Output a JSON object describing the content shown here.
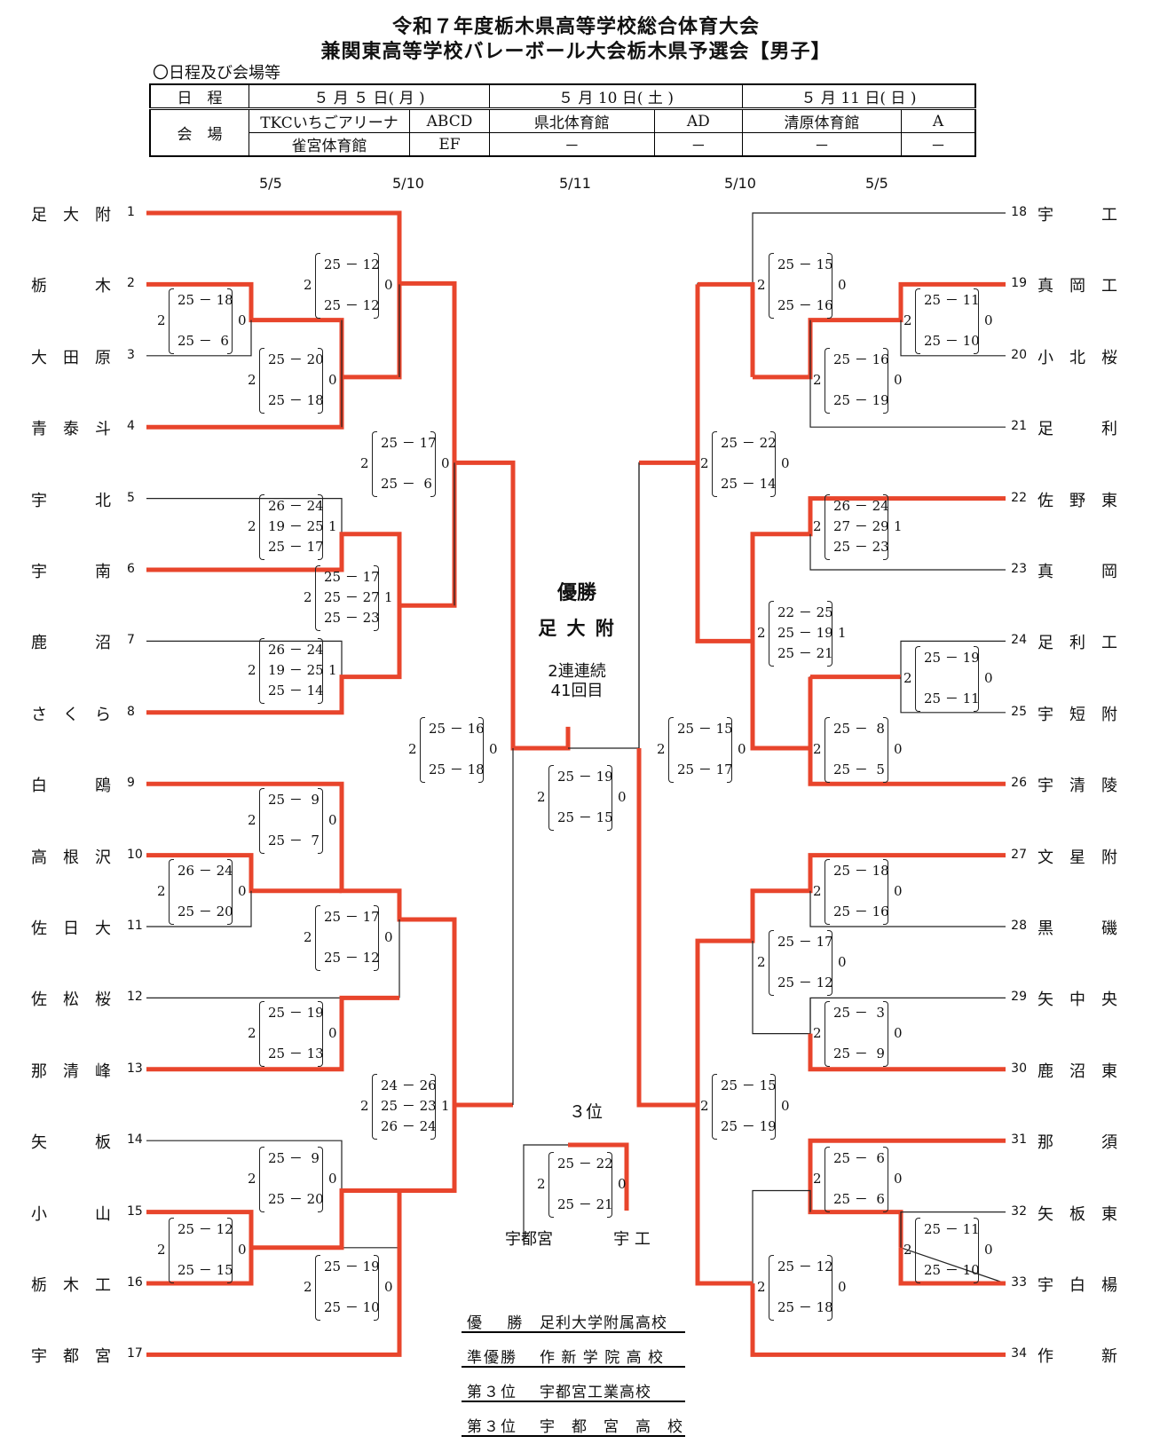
{
  "title": {
    "line1": "令和７年度栃木県高等学校総合体育大会",
    "line2": "兼関東高等学校バレーボール大会栃木県予選会【男子】"
  },
  "schedule_heading": "〇日程及び会場等",
  "schedule": {
    "row_label_date": "日　程",
    "row_label_venue": "会　場",
    "dates": [
      "５ 月 ５ 日( 月 )",
      "５ 月 10 日( 土 )",
      "５ 月 11 日( 日 )"
    ],
    "venues": [
      {
        "name": "TKCいちごアリーナ",
        "courts": "ABCD",
        "name2": "雀宮体育館",
        "courts2": "EF"
      },
      {
        "name": "県北体育館",
        "courts": "AD",
        "name2": "－",
        "courts2": "－"
      },
      {
        "name": "清原体育館",
        "courts": "A",
        "name2": "－",
        "courts2": "－"
      }
    ]
  },
  "round_dates": [
    "5/5",
    "5/10",
    "5/11",
    "5/10",
    "5/5"
  ],
  "left_teams": [
    {
      "num": "1",
      "name": [
        "足",
        "大",
        "附"
      ]
    },
    {
      "num": "2",
      "name": [
        "栃",
        "",
        "木"
      ]
    },
    {
      "num": "3",
      "name": [
        "大",
        "田",
        "原"
      ]
    },
    {
      "num": "4",
      "name": [
        "青",
        "泰",
        "斗"
      ]
    },
    {
      "num": "5",
      "name": [
        "宇",
        "",
        "北"
      ]
    },
    {
      "num": "6",
      "name": [
        "宇",
        "",
        "南"
      ]
    },
    {
      "num": "7",
      "name": [
        "鹿",
        "",
        "沼"
      ]
    },
    {
      "num": "8",
      "name": [
        "さ",
        "く",
        "ら"
      ]
    },
    {
      "num": "9",
      "name": [
        "白",
        "",
        "鴎"
      ]
    },
    {
      "num": "10",
      "name": [
        "高",
        "根",
        "沢"
      ]
    },
    {
      "num": "11",
      "name": [
        "佐",
        "日",
        "大"
      ]
    },
    {
      "num": "12",
      "name": [
        "佐",
        "松",
        "桜"
      ]
    },
    {
      "num": "13",
      "name": [
        "那",
        "清",
        "峰"
      ]
    },
    {
      "num": "14",
      "name": [
        "矢",
        "",
        "板"
      ]
    },
    {
      "num": "15",
      "name": [
        "小",
        "",
        "山"
      ]
    },
    {
      "num": "16",
      "name": [
        "栃",
        "木",
        "工"
      ]
    },
    {
      "num": "17",
      "name": [
        "宇",
        "都",
        "宮"
      ]
    }
  ],
  "right_teams": [
    {
      "num": "18",
      "name": [
        "宇",
        "",
        "工"
      ]
    },
    {
      "num": "19",
      "name": [
        "真",
        "岡",
        "工"
      ]
    },
    {
      "num": "20",
      "name": [
        "小",
        "北",
        "桜"
      ]
    },
    {
      "num": "21",
      "name": [
        "足",
        "",
        "利"
      ]
    },
    {
      "num": "22",
      "name": [
        "佐",
        "野",
        "東"
      ]
    },
    {
      "num": "23",
      "name": [
        "真",
        "",
        "岡"
      ]
    },
    {
      "num": "24",
      "name": [
        "足",
        "利",
        "工"
      ]
    },
    {
      "num": "25",
      "name": [
        "宇",
        "短",
        "附"
      ]
    },
    {
      "num": "26",
      "name": [
        "宇",
        "清",
        "陵"
      ]
    },
    {
      "num": "27",
      "name": [
        "文",
        "星",
        "附"
      ]
    },
    {
      "num": "28",
      "name": [
        "黒",
        "",
        "磯"
      ]
    },
    {
      "num": "29",
      "name": [
        "矢",
        "中",
        "央"
      ]
    },
    {
      "num": "30",
      "name": [
        "鹿",
        "沼",
        "東"
      ]
    },
    {
      "num": "31",
      "name": [
        "那",
        "",
        "須"
      ]
    },
    {
      "num": "32",
      "name": [
        "矢",
        "板",
        "東"
      ]
    },
    {
      "num": "33",
      "name": [
        "宇",
        "白",
        "楊"
      ]
    },
    {
      "num": "34",
      "name": [
        "作",
        "",
        "新"
      ]
    }
  ],
  "matches": [
    {
      "id": "L2-3",
      "sets": [
        "25 － 18",
        "25 －  6"
      ],
      "left": "2",
      "right": "0"
    },
    {
      "id": "L1-W",
      "sets": [
        "25 － 12",
        "25 － 12"
      ],
      "left": "2",
      "right": "0"
    },
    {
      "id": "LW-4",
      "sets": [
        "25 － 20",
        "25 － 18"
      ],
      "left": "2",
      "right": "0"
    },
    {
      "id": "L5-6",
      "sets": [
        "26 － 24",
        "19 － 25",
        "25 － 17"
      ],
      "left": "2",
      "right": "1"
    },
    {
      "id": "L6-8",
      "sets": [
        "25 － 17",
        "25 － 27",
        "25 － 23"
      ],
      "left": "2",
      "right": "1"
    },
    {
      "id": "L7-8",
      "sets": [
        "26 － 24",
        "19 － 25",
        "25 － 14"
      ],
      "left": "2",
      "right": "1"
    },
    {
      "id": "LQ1",
      "sets": [
        "25 － 17",
        "25 －  6"
      ],
      "left": "2",
      "right": "0"
    },
    {
      "id": "L9-10",
      "sets": [
        "25 －  9",
        "25 －  7"
      ],
      "left": "2",
      "right": "0"
    },
    {
      "id": "L10-11",
      "sets": [
        "26 － 24",
        "25 － 20"
      ],
      "left": "2",
      "right": "0"
    },
    {
      "id": "L9-12",
      "sets": [
        "25 － 17",
        "25 － 12"
      ],
      "left": "2",
      "right": "0"
    },
    {
      "id": "L12-13",
      "sets": [
        "25 － 19",
        "25 － 13"
      ],
      "left": "2",
      "right": "0"
    },
    {
      "id": "LQ2",
      "sets": [
        "24 － 26",
        "25 － 23",
        "26 － 24"
      ],
      "left": "2",
      "right": "1"
    },
    {
      "id": "L14-15",
      "sets": [
        "25 －  9",
        "25 － 20"
      ],
      "left": "2",
      "right": "0"
    },
    {
      "id": "L15-16",
      "sets": [
        "25 － 12",
        "25 － 15"
      ],
      "left": "2",
      "right": "0"
    },
    {
      "id": "L16-17",
      "sets": [
        "25 － 19",
        "25 － 10"
      ],
      "left": "2",
      "right": "0"
    },
    {
      "id": "LSF",
      "sets": [
        "25 － 16",
        "25 － 18"
      ],
      "left": "2",
      "right": "0"
    },
    {
      "id": "R18-19",
      "sets": [
        "25 － 15",
        "25 － 16"
      ],
      "left": "2",
      "right": "0"
    },
    {
      "id": "R19-20",
      "sets": [
        "25 － 11",
        "25 － 10"
      ],
      "left": "2",
      "right": "0"
    },
    {
      "id": "R20-21",
      "sets": [
        "25 － 16",
        "25 － 19"
      ],
      "left": "2",
      "right": "0"
    },
    {
      "id": "RQ1",
      "sets": [
        "25 － 22",
        "25 － 14"
      ],
      "left": "2",
      "right": "0"
    },
    {
      "id": "R22-23",
      "sets": [
        "26 － 24",
        "27 － 29",
        "25 － 23"
      ],
      "left": "2",
      "right": "1"
    },
    {
      "id": "R22-24",
      "sets": [
        "22 － 25",
        "25 － 19",
        "25 － 21"
      ],
      "left": "2",
      "right": "1"
    },
    {
      "id": "R24-25",
      "sets": [
        "25 － 19",
        "25 － 11"
      ],
      "left": "2",
      "right": "0"
    },
    {
      "id": "R25-26",
      "sets": [
        "25 －  8",
        "25 －  5"
      ],
      "left": "2",
      "right": "0"
    },
    {
      "id": "RSF",
      "sets": [
        "25 － 15",
        "25 － 17"
      ],
      "left": "2",
      "right": "0"
    },
    {
      "id": "R27-28",
      "sets": [
        "25 － 18",
        "25 － 16"
      ],
      "left": "2",
      "right": "0"
    },
    {
      "id": "R27-30",
      "sets": [
        "25 － 17",
        "25 － 12"
      ],
      "left": "2",
      "right": "0"
    },
    {
      "id": "R29-30",
      "sets": [
        "25 －  3",
        "25 －  9"
      ],
      "left": "2",
      "right": "0"
    },
    {
      "id": "RQ2",
      "sets": [
        "25 － 15",
        "25 － 19"
      ],
      "left": "2",
      "right": "0"
    },
    {
      "id": "R31-32",
      "sets": [
        "25 －  6",
        "25 －  6"
      ],
      "left": "2",
      "right": "0"
    },
    {
      "id": "R32-33",
      "sets": [
        "25 － 11",
        "25 － 10"
      ],
      "left": "2",
      "right": "0"
    },
    {
      "id": "R33-34",
      "sets": [
        "25 － 12",
        "25 － 18"
      ],
      "left": "2",
      "right": "0"
    },
    {
      "id": "F",
      "sets": [
        "25 － 19",
        "25 － 15"
      ],
      "left": "2",
      "right": "0"
    },
    {
      "id": "3RD",
      "sets": [
        "25 － 22",
        "25 － 21"
      ],
      "left": "2",
      "right": "0"
    }
  ],
  "champion": {
    "label": "優勝",
    "team": "足 大 附",
    "streak": "2連連続",
    "count": "41回目"
  },
  "third_place": {
    "label": "３位",
    "team_left": "宇都宮",
    "team_right": "宇 工"
  },
  "results": [
    {
      "label": "優　 勝",
      "school": "足利大学附属高校"
    },
    {
      "label": "準優勝",
      "school": "作 新 学 院 高 校"
    },
    {
      "label": "第３位",
      "school": "宇都宮工業高校"
    },
    {
      "label": "第３位",
      "school": "宇　都　宮　高　校"
    }
  ],
  "colors": {
    "win_line": "#e8452c",
    "line": "#222222"
  }
}
